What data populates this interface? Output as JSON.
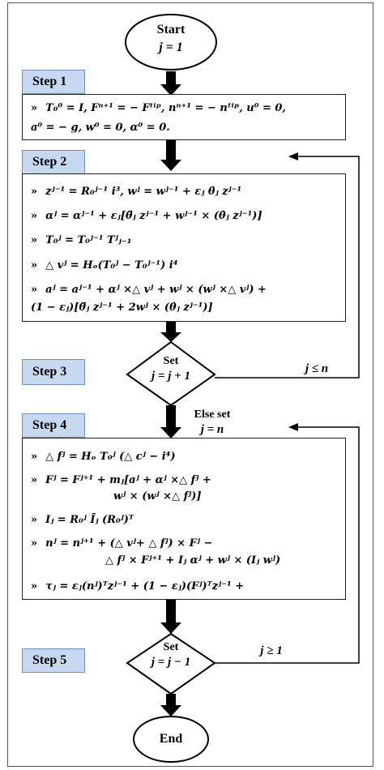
{
  "start": {
    "line1": "Start",
    "line2": "j = 1"
  },
  "end": {
    "label": "End"
  },
  "steps": {
    "step1": "Step 1",
    "step2": "Step 2",
    "step3": "Step 3",
    "step4": "Step 4",
    "step5": "Step 5"
  },
  "step1_lines": [
    "T₀⁰ = I, Fⁿ⁺¹ = − Fᵗⁱᵖ, nⁿ⁺¹ = − nᵗⁱᵖ, u⁰ = 0,",
    "a⁰ = − g, w⁰ = 0, α⁰ = 0."
  ],
  "step2_lines": [
    "zʲ⁻¹ = R₀ʲ⁻¹ i³, wʲ = wʲ⁻¹ + εⱼ θ̇ⱼ zʲ⁻¹",
    "αʲ = αʲ⁻¹ + εⱼ[θ̈ⱼ zʲ⁻¹ + wʲ⁻¹ × (θ̇ⱼ zʲ⁻¹)]",
    "T₀ʲ = T₀ʲ⁻¹ Tʲⱼ₋₁",
    "△ vʲ = Hₒ(T₀ʲ − T₀ʲ⁻¹) i⁴",
    "aʲ = aʲ⁻¹ +  αʲ ×△ vʲ + wʲ × (wʲ ×△ vʲ) +",
    "(1 − εⱼ)[θ̈ⱼ zʲ⁻¹ + 2wʲ × (θ̇ⱼ zʲ⁻¹)]"
  ],
  "decision1": {
    "line1": "Set",
    "line2": "j = j + 1",
    "yes": "j ≤ n"
  },
  "else_set": {
    "line1": "Else set",
    "line2": "j = n"
  },
  "step4_lines": [
    "△ fʲ = Hₒ T₀ʲ (△ cʲ − i⁴)",
    "Fʲ = Fʲ⁺¹ + mⱼ[aʲ + αʲ ×△ fʲ +",
    "wʲ × (wʲ ×△ fʲ)]",
    "Iⱼ = R₀ʲ Īⱼ (R₀ʲ)ᵀ",
    "nʲ = nʲ⁺¹ + (△ vʲ+ △ fʲ) × Fʲ −",
    "△ fʲ × Fʲ⁺¹ + Iⱼ αʲ + wʲ × (Iⱼ wʲ)",
    "τⱼ = εⱼ(nʲ)ᵀzʲ⁻¹ + (1 − εⱼ)(Fʲ)ᵀzʲ⁻¹ +"
  ],
  "bullet": "»",
  "decision2": {
    "line1": "Set",
    "line2": "j = j − 1",
    "yes": "j ≥ 1"
  },
  "colors": {
    "step_fill": "#c6d9f1",
    "arrow": "#000000"
  }
}
